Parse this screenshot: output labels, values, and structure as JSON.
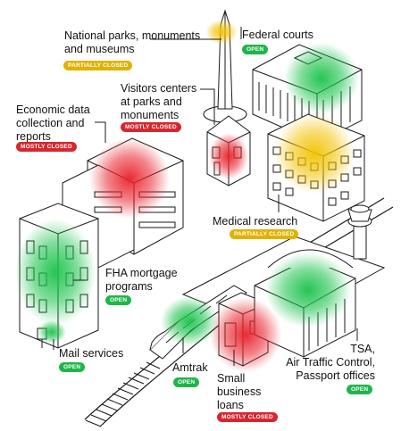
{
  "colors": {
    "open": "#1fb54a",
    "partially_closed": "#e0b200",
    "mostly_closed": "#d7262e",
    "line": "#1a1a1a"
  },
  "labels": [
    {
      "key": "parks",
      "text": "National parks, monuments\nand museums",
      "status_text": "PARTIALLY CLOSED",
      "status": "partially_closed"
    },
    {
      "key": "courts",
      "text": "Federal courts",
      "status_text": "OPEN",
      "status": "open"
    },
    {
      "key": "visitors",
      "text": "Visitors centers\nat parks and\nmonuments",
      "status_text": "MOSTLY CLOSED",
      "status": "mostly_closed"
    },
    {
      "key": "econ",
      "text": "Economic data\ncollection and\nreports",
      "status_text": "MOSTLY CLOSED",
      "status": "mostly_closed"
    },
    {
      "key": "medical",
      "text": "Medical research",
      "status_text": "PARTIALLY CLOSED",
      "status": "partially_closed"
    },
    {
      "key": "fha",
      "text": "FHA mortgage\nprograms",
      "status_text": "OPEN",
      "status": "open"
    },
    {
      "key": "mail",
      "text": "Mail services",
      "status_text": "OPEN",
      "status": "open"
    },
    {
      "key": "amtrak",
      "text": "Amtrak",
      "status_text": "OPEN",
      "status": "open"
    },
    {
      "key": "loans",
      "text": "Small\nbusiness\nloans",
      "status_text": "MOSTLY CLOSED",
      "status": "mostly_closed"
    },
    {
      "key": "tsa",
      "text": "TSA,\nAir Traffic Control,\nPassport offices",
      "status_text": "OPEN",
      "status": "open"
    }
  ]
}
